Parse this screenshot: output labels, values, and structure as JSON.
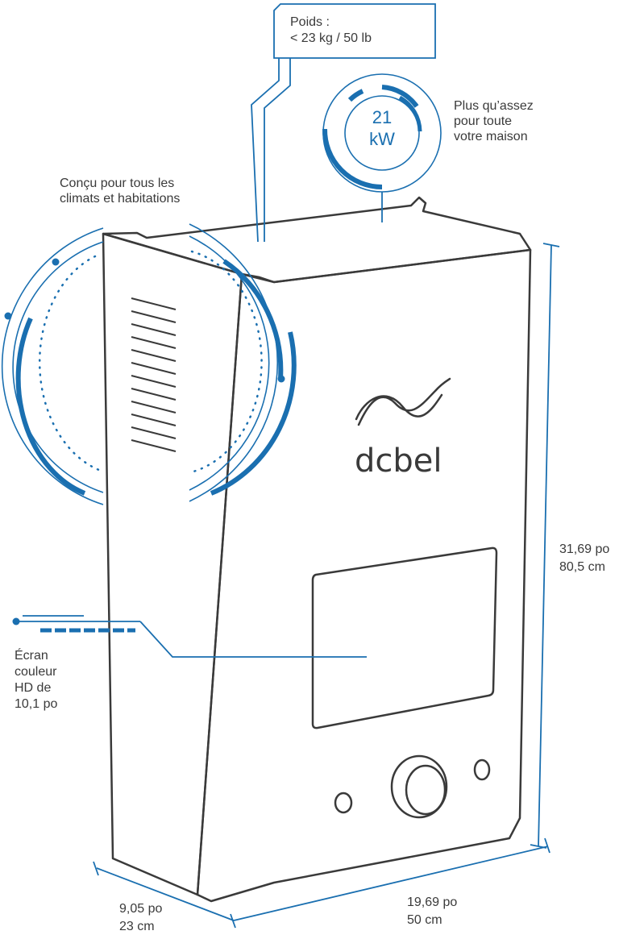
{
  "product": {
    "brand": "dcbel"
  },
  "callouts": {
    "weight": {
      "line1": "Poids :",
      "line2": "< 23 kg / 50 lb"
    },
    "power": {
      "value": "21",
      "unit": "kW",
      "line1": "Plus qu’assez",
      "line2": "pour toute",
      "line3": "votre maison"
    },
    "climate": {
      "line1": "Conçu pour tous les",
      "line2": "climats et habitations"
    },
    "screen": {
      "line1": "Écran",
      "line2": "couleur",
      "line3": "HD de",
      "line4": "10,1 po"
    }
  },
  "dimensions": {
    "height": {
      "imperial": "31,69 po",
      "metric": "80,5 cm"
    },
    "depth": {
      "imperial": "9,05 po",
      "metric": "23 cm"
    },
    "width": {
      "imperial": "19,69 po",
      "metric": "50 cm"
    }
  },
  "colors": {
    "accent": "#1a6fb0",
    "outline": "#3a3a3a"
  }
}
